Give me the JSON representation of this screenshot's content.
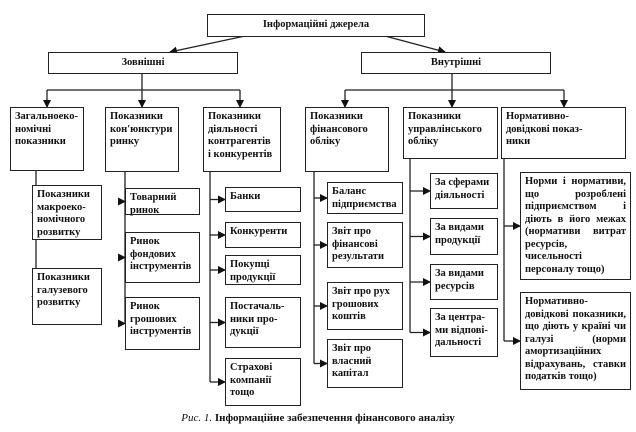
{
  "root": {
    "label": "Інформаційні джерела"
  },
  "groups": {
    "external": {
      "label": "Зовнішні"
    },
    "internal": {
      "label": "Внутрішні"
    }
  },
  "categories": [
    {
      "label": "Загальноеко-\nномічні\nпоказники",
      "children": [
        "Показники\nмакроеко-\nномічного\nрозвитку",
        "Показники\nгалузевого\nрозвитку"
      ]
    },
    {
      "label": "Показники\nкон'юнктури\nринку",
      "children": [
        "Товарний\nринок",
        "Ринок\nфондових\nінструментів",
        "Ринок\nгрошових\nінструментів"
      ]
    },
    {
      "label": "Показники\nдіяльності\nконтрагентів\nі конкурентів",
      "children": [
        "Банки",
        "Конкуренти",
        "Покупці\nпродукції",
        "Постачаль-\nники про-\nдукції",
        "Страхові\nкомпанії\nтощо"
      ]
    },
    {
      "label": "Показники\nфінансового\nобліку",
      "children": [
        "Баланс\nпідприємства",
        "Звіт про\nфінансові\nрезультати",
        "Звіт про рух\nгрошових\nкоштів",
        "Звіт про\nвласний\nкапітал"
      ]
    },
    {
      "label": "Показники\nуправлінського\nобліку",
      "children": [
        "За сферами\nдіяльності",
        "За видами\nпродукції",
        "За видами\nресурсів",
        "За центра-\nми відпові-\nдальності"
      ]
    },
    {
      "label": "Нормативно-\nдовідкові показ-\nники",
      "children": [
        "Норми і нормативи, що розроблені підприємством і діють в його межах (нормативи витрат ресурсів, чисельності персоналу тощо)",
        "Нормативно-довідкові показники, що діють у країні чи галузі (норми амортизаційних відрахувань, ставки податків тощо)"
      ]
    }
  ],
  "caption": {
    "prefix": "Рис. 1.",
    "title": "Інформаційне забезпечення фінансового аналізу"
  }
}
